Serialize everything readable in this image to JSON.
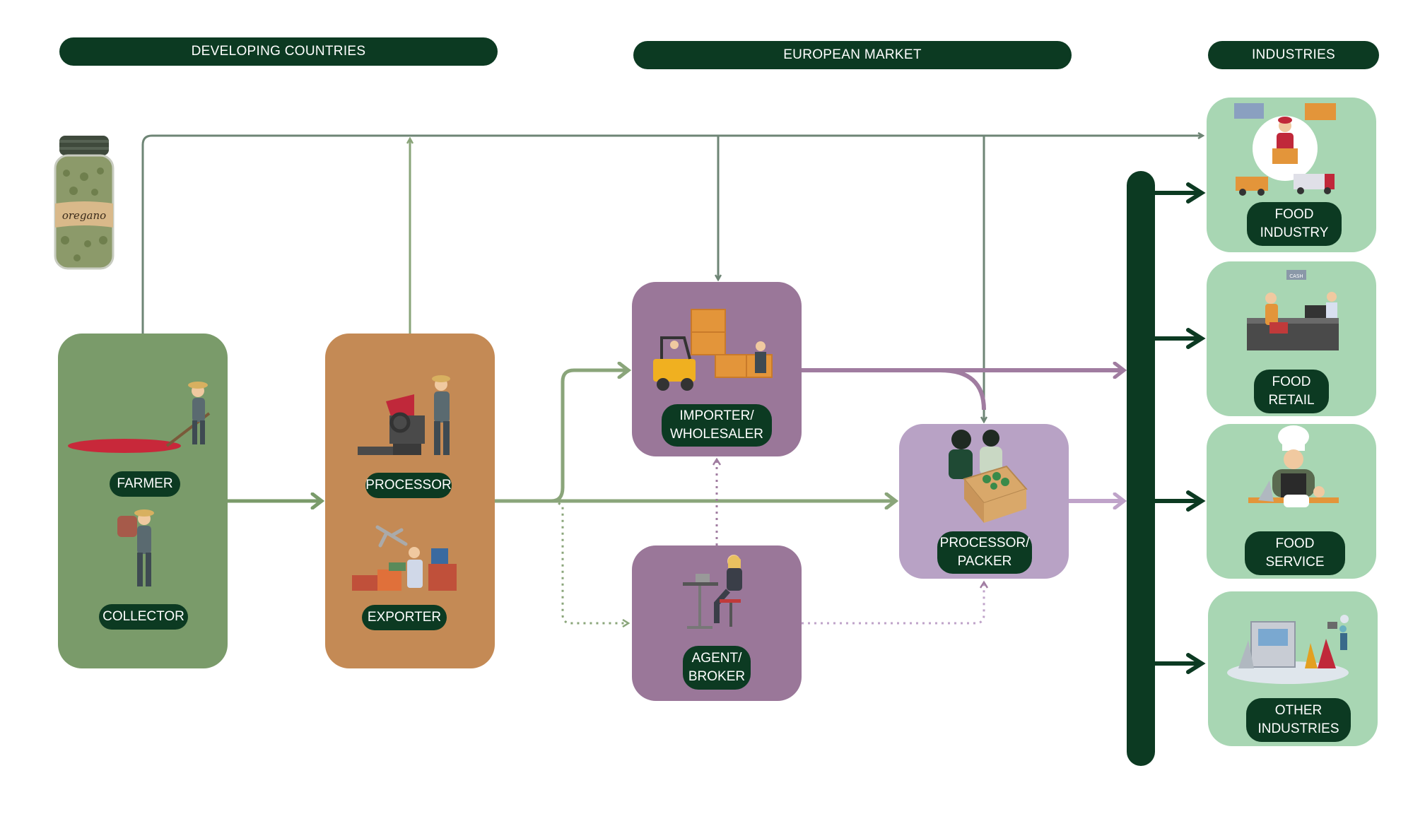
{
  "headers": {
    "developing": "DEVELOPING COUNTRIES",
    "european": "EUROPEAN MARKET",
    "industries": "INDUSTRIES"
  },
  "product_label": "oregano",
  "actors": {
    "farmer": "FARMER",
    "collector": "COLLECTOR",
    "processor": "PROCESSOR",
    "exporter": "EXPORTER",
    "importer_line1": "IMPORTER/",
    "importer_line2": "WHOLESALER",
    "agent_line1": "AGENT/",
    "agent_line2": "BROKER",
    "packer_line1": "PROCESSOR/",
    "packer_line2": "PACKER"
  },
  "industries": {
    "food_industry_line1": "FOOD",
    "food_industry_line2": "INDUSTRY",
    "food_retail_line1": "FOOD",
    "food_retail_line2": "RETAIL",
    "food_service_line1": "FOOD",
    "food_service_line2": "SERVICE",
    "other_line1": "OTHER",
    "other_line2": "INDUSTRIES",
    "cash_sign": "CASH"
  },
  "colors": {
    "dark_green": "#0c3a22",
    "origin_green": "#7a9b6a",
    "processor_orange": "#c48a55",
    "importer_purple": "#9a7799",
    "packer_lilac": "#b8a2c5",
    "industry_mint": "#a8d6b3",
    "arrow_green": "#8aa57a",
    "arrow_gray": "#6e8575",
    "arrow_purple": "#a07ca0",
    "arrow_lilac": "#bfa3c9"
  }
}
